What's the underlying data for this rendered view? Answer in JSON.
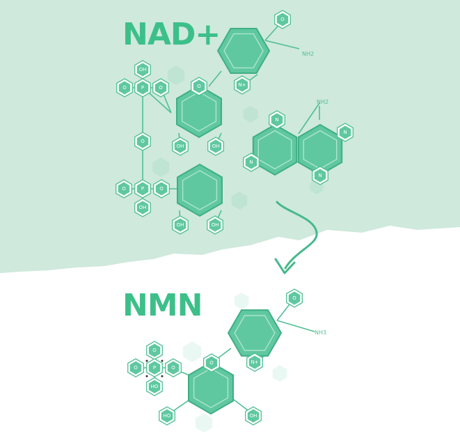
{
  "titles": {
    "top": "NAD+",
    "bottom": "NMN"
  },
  "colors": {
    "background_top": "#cfe9dc",
    "background_bottom": "#ffffff",
    "ring_fill": "#5fc8a0",
    "ring_dark": "#3fae86",
    "ring_stroke": "#4fbf94",
    "title_text": "#3dbf8a",
    "label_text": "#4fbf94",
    "arrow": "#45b98c"
  },
  "nad": {
    "amide_oxygen": "O",
    "amide_group": "NH2",
    "ring_nitrogen": "N+",
    "ribose_oxygen": "O",
    "ribose_hydroxyls": [
      "OH",
      "OH"
    ],
    "phosphate_upper": {
      "center": "P",
      "left": "O",
      "right": "O",
      "top": "OH"
    },
    "bridge_oxygen": "O",
    "phosphate_lower": {
      "center": "P",
      "left": "O",
      "right": "O",
      "bottom": "OH"
    },
    "lower_ribose_hydroxyls": [
      "OH",
      "OH"
    ],
    "adenine_amine": "NH2",
    "adenine_nitrogens": [
      "N",
      "N",
      "N",
      "N"
    ]
  },
  "nmn": {
    "amide_oxygen": "O",
    "amide_group": "NH3",
    "ring_nitrogen": "N+",
    "ribose_oxygen": "O",
    "phosphate": {
      "center": "P",
      "top": "O",
      "left": "O",
      "right": "O",
      "bottom": "HO"
    },
    "ribose_hydroxyls": [
      "HO",
      "OH"
    ]
  }
}
